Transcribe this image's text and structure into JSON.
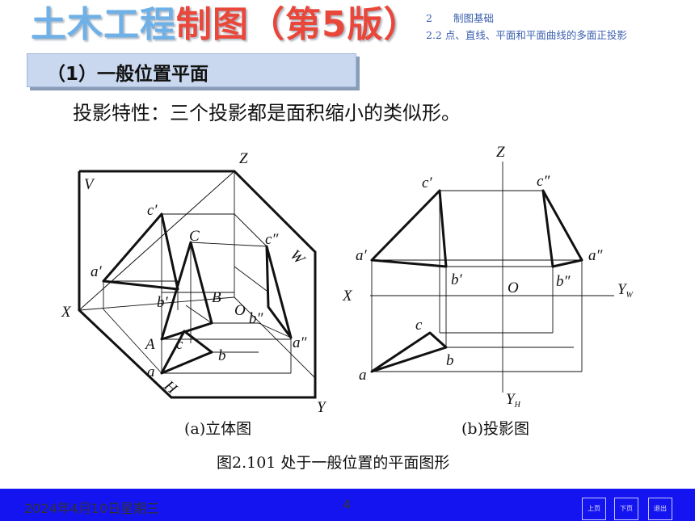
{
  "header": {
    "title_part1": "土木工程",
    "title_part2": "制图（第5版）",
    "chapter_num": "2",
    "chapter_name": "制图基础",
    "section_line": "2.2 点、直线、平面和平面曲线的多面正投影"
  },
  "section": {
    "title": "（1）一般位置平面"
  },
  "property_text": "投影特性：三个投影都是面积缩小的类似形。",
  "figure": {
    "left_labels": {
      "V": "V",
      "Z": "Z",
      "X": "X",
      "Y": "Y",
      "W": "W",
      "H": "H",
      "c1": "c′",
      "C": "C",
      "c2": "c″",
      "a1": "a′",
      "b1": "b′",
      "B": "B",
      "O": "O",
      "b2": "b″",
      "A": "A",
      "c": "c",
      "b": "b",
      "a2": "a″",
      "a": "a"
    },
    "right_labels": {
      "Z": "Z",
      "c1": "c′",
      "c2": "c″",
      "a1": "a′",
      "a2": "a″",
      "b1": "b′",
      "b2": "b″",
      "X": "X",
      "O": "O",
      "YW": "Y",
      "YW_sub": "W",
      "c": "c",
      "b": "b",
      "a": "a",
      "YH": "Y",
      "YH_sub": "H"
    },
    "caption_a": "(a)立体图",
    "caption_b": "(b)投影图",
    "caption_main": "图2.101  处于一般位置的平面图形"
  },
  "footer": {
    "date": "2024年4月10日星期三",
    "page": "4",
    "prev": "上页",
    "next": "下页",
    "exit": "退出"
  }
}
